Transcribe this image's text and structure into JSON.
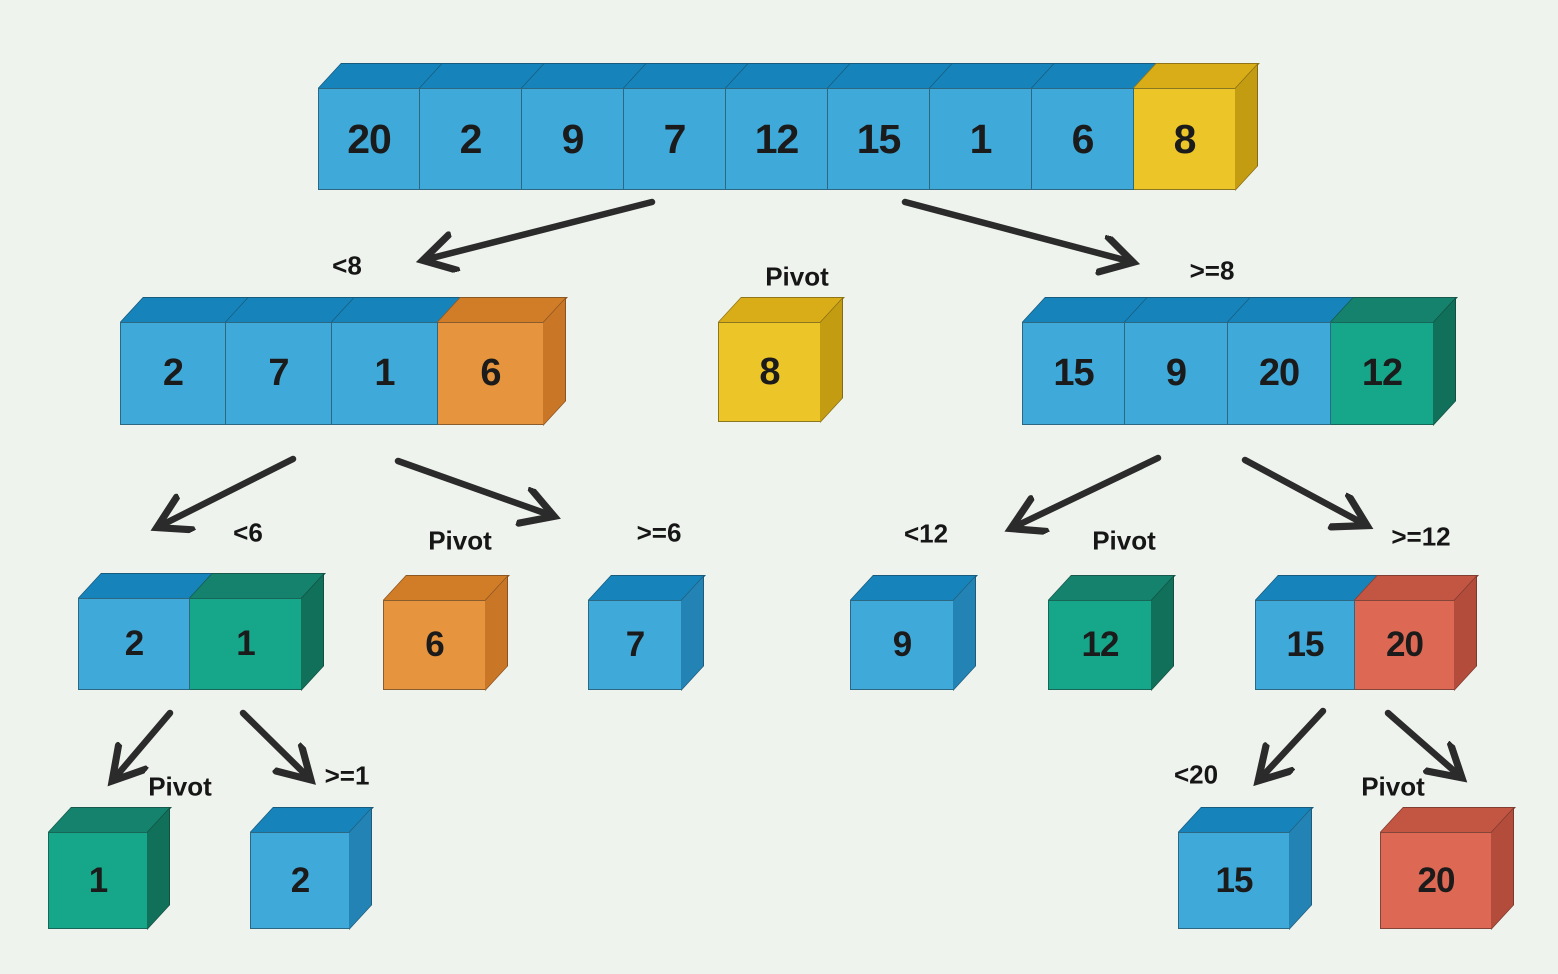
{
  "diagram": "quicksort-partitioning",
  "colors": {
    "background": "#eff3ee",
    "arrow": "#2b2b2b",
    "schemes": {
      "blue": {
        "front": "#3fa9da",
        "top": "#1684bb",
        "side": "#2383b4"
      },
      "yellow": {
        "front": "#ecc528",
        "top": "#d9ad18",
        "side": "#c49c12"
      },
      "orange": {
        "front": "#e6953e",
        "top": "#d17d27",
        "side": "#c97627"
      },
      "green": {
        "front": "#16a78b",
        "top": "#15826d",
        "side": "#107059"
      },
      "red": {
        "front": "#dd6853",
        "top": "#c35543",
        "side": "#b44c3b"
      }
    }
  },
  "levels": {
    "l1": {
      "cells": [
        {
          "value": "20",
          "color": "blue"
        },
        {
          "value": "2",
          "color": "blue"
        },
        {
          "value": "9",
          "color": "blue"
        },
        {
          "value": "7",
          "color": "blue"
        },
        {
          "value": "12",
          "color": "blue"
        },
        {
          "value": "15",
          "color": "blue"
        },
        {
          "value": "1",
          "color": "blue"
        },
        {
          "value": "6",
          "color": "blue"
        },
        {
          "value": "8",
          "color": "yellow"
        }
      ]
    },
    "l2_left": {
      "label": "<8",
      "cells": [
        {
          "value": "2",
          "color": "blue"
        },
        {
          "value": "7",
          "color": "blue"
        },
        {
          "value": "1",
          "color": "blue"
        },
        {
          "value": "6",
          "color": "orange"
        }
      ]
    },
    "l2_pivot": {
      "label": "Pivot",
      "value": "8",
      "color": "yellow"
    },
    "l2_right": {
      "label": ">=8",
      "cells": [
        {
          "value": "15",
          "color": "blue"
        },
        {
          "value": "9",
          "color": "blue"
        },
        {
          "value": "20",
          "color": "blue"
        },
        {
          "value": "12",
          "color": "green"
        }
      ]
    },
    "l3_left_pair": {
      "label": "<6",
      "cells": [
        {
          "value": "2",
          "color": "blue"
        },
        {
          "value": "1",
          "color": "green"
        }
      ]
    },
    "l3_pivot6": {
      "label": "Pivot",
      "value": "6",
      "color": "orange"
    },
    "l3_seven": {
      "label": ">=6",
      "value": "7",
      "color": "blue"
    },
    "l3_nine": {
      "label": "<12",
      "value": "9",
      "color": "blue"
    },
    "l3_pivot12": {
      "label": "Pivot",
      "value": "12",
      "color": "green"
    },
    "l3_right_pair": {
      "label": ">=12",
      "cells": [
        {
          "value": "15",
          "color": "blue"
        },
        {
          "value": "20",
          "color": "red"
        }
      ]
    },
    "l4_pivot1": {
      "label": "Pivot",
      "value": "1",
      "color": "green"
    },
    "l4_two": {
      "label": ">=1",
      "value": "2",
      "color": "blue"
    },
    "l4_fifteen": {
      "label": "<20",
      "value": "15",
      "color": "blue"
    },
    "l4_pivot20": {
      "label": "Pivot",
      "value": "20",
      "color": "red"
    }
  }
}
